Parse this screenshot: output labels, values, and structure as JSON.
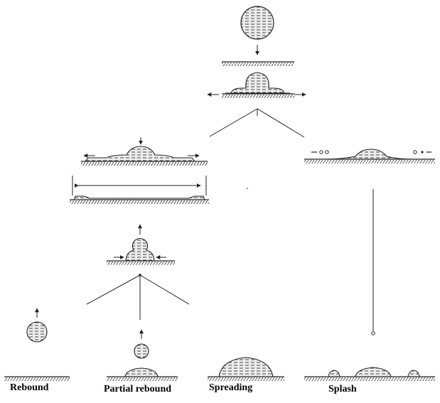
{
  "labels": {
    "rebound": "Rebound",
    "partial_rebound": "Partial rebound",
    "spreading": "Spreading",
    "splash": "Splash"
  },
  "colors": {
    "ink": "#222222",
    "fill": "#e6e6e6"
  }
}
